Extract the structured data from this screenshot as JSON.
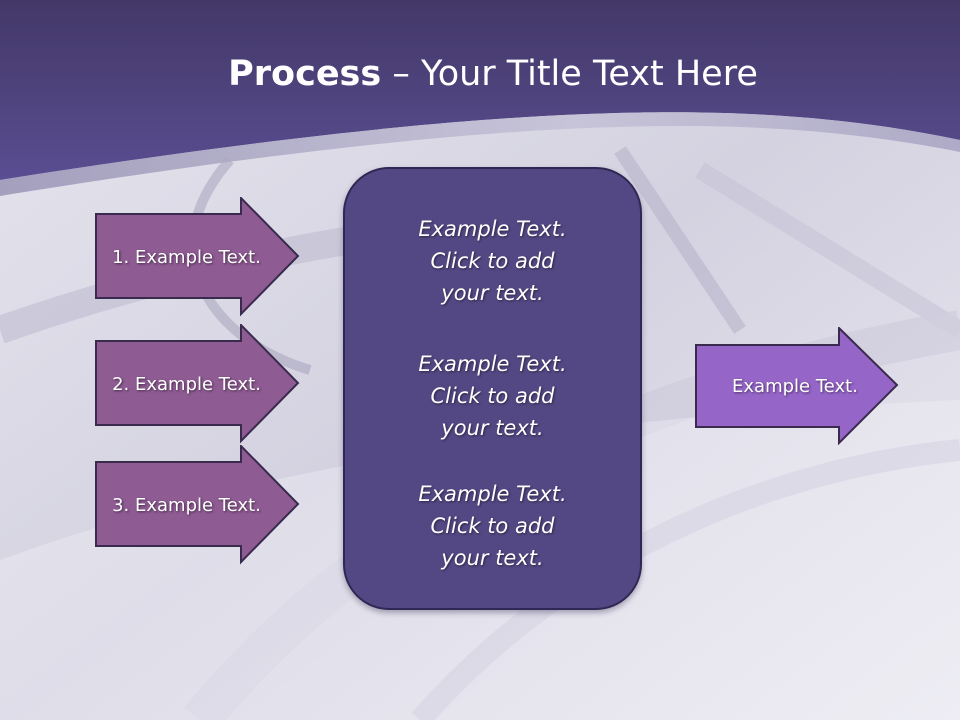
{
  "slide": {
    "title_bold": "Process",
    "title_rest": " – Your Title Text Here"
  },
  "inputs": [
    {
      "label": "1. Example Text."
    },
    {
      "label": "2. Example Text."
    },
    {
      "label": "3. Example Text."
    }
  ],
  "center": {
    "items": [
      {
        "line1": "Example Text.",
        "line2": "Click  to add",
        "line3": "your text."
      },
      {
        "line1": "Example Text.",
        "line2": "Click  to add",
        "line3": "your text."
      },
      {
        "line1": "Example Text.",
        "line2": "Click  to add",
        "line3": "your text."
      }
    ]
  },
  "output": {
    "label": "Example Text."
  },
  "colors": {
    "header_purple": "#4f4482",
    "input_arrow_fill": "#8e5b93",
    "center_box_fill": "#544884",
    "output_arrow_fill": "#9565c8",
    "outline_dark": "#3a2a4e"
  }
}
